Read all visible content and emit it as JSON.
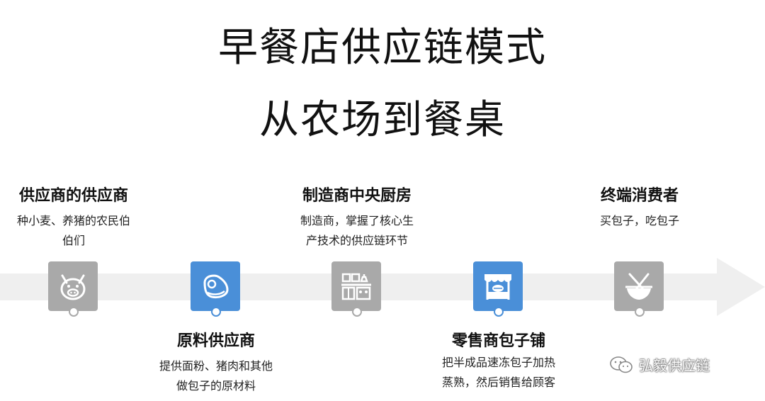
{
  "title_line1": "早餐店供应链模式",
  "title_line2": "从农场到餐桌",
  "stages": [
    {
      "title": "供应商的供应商",
      "desc_line1": "种小麦、养猪的农民伯",
      "desc_line2": "伯们",
      "icon": "pig-icon",
      "color": "#a9a9a9"
    },
    {
      "title": "原料供应商",
      "desc_line1": "提供面粉、猪肉和其他",
      "desc_line2": "做包子的原材料",
      "icon": "meat-icon",
      "color": "#4a8fd8"
    },
    {
      "title": "制造商中央厨房",
      "desc_line1": "制造商，掌握了核心生",
      "desc_line2": "产技术的供应链环节",
      "icon": "kitchen-icon",
      "color": "#a9a9a9"
    },
    {
      "title": "零售商包子铺",
      "desc_line1": "把半成品速冻包子加热",
      "desc_line2": "蒸熟，然后销售给顾客",
      "icon": "shop-stall-icon",
      "color": "#4a8fd8"
    },
    {
      "title": "终端消费者",
      "desc_line1": "买包子，吃包子",
      "desc_line2": "",
      "icon": "bowl-chopsticks-icon",
      "color": "#a9a9a9"
    }
  ],
  "watermark": "弘毅供应链"
}
